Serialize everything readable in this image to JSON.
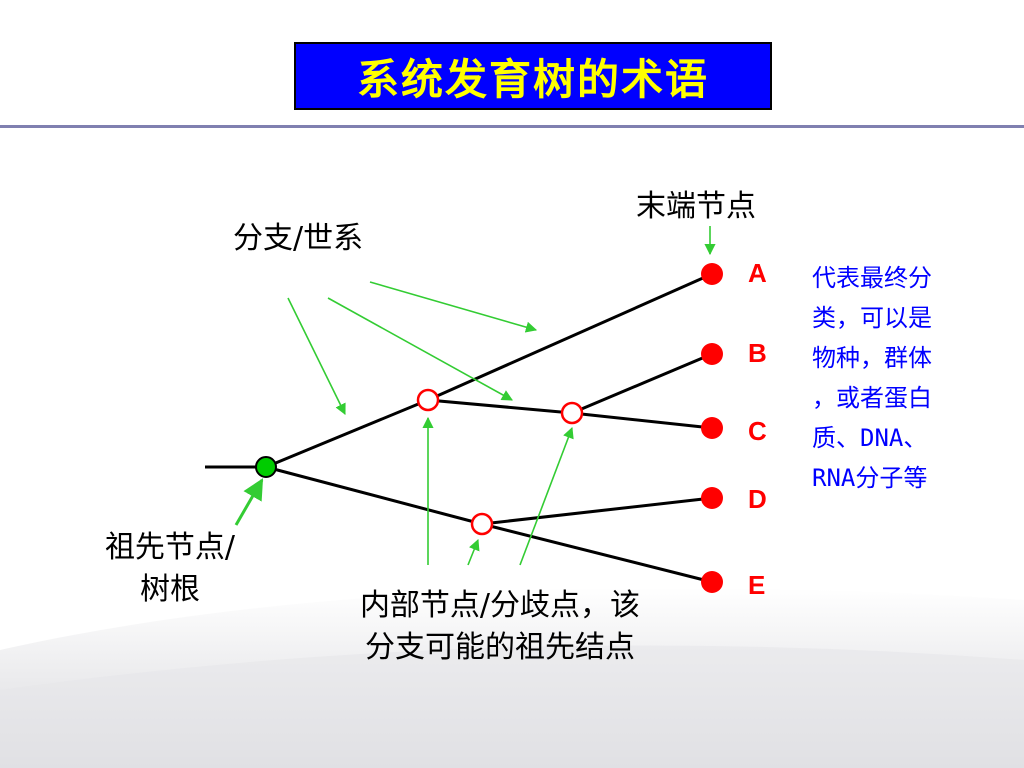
{
  "title": "系统发育树的术语",
  "labels": {
    "terminal_node": "末端节点",
    "branch": "分支/世系",
    "root_line1": "祖先节点/",
    "root_line2": "树根",
    "internal_line1": "内部节点/分歧点，该",
    "internal_line2": "分支可能的祖先结点"
  },
  "leaves": [
    "A",
    "B",
    "C",
    "D",
    "E"
  ],
  "description": "代表最终分\n类，可以是\n物种，群体\n，或者蛋白\n质、DNA、\nRNA分子等",
  "colors": {
    "title_bg": "#0000ff",
    "title_text": "#ffff00",
    "leaf": "#ff0000",
    "root_node": "#00cc00",
    "internal_node_border": "#ff0000",
    "arrow": "#33cc33",
    "description": "#0000ff"
  }
}
